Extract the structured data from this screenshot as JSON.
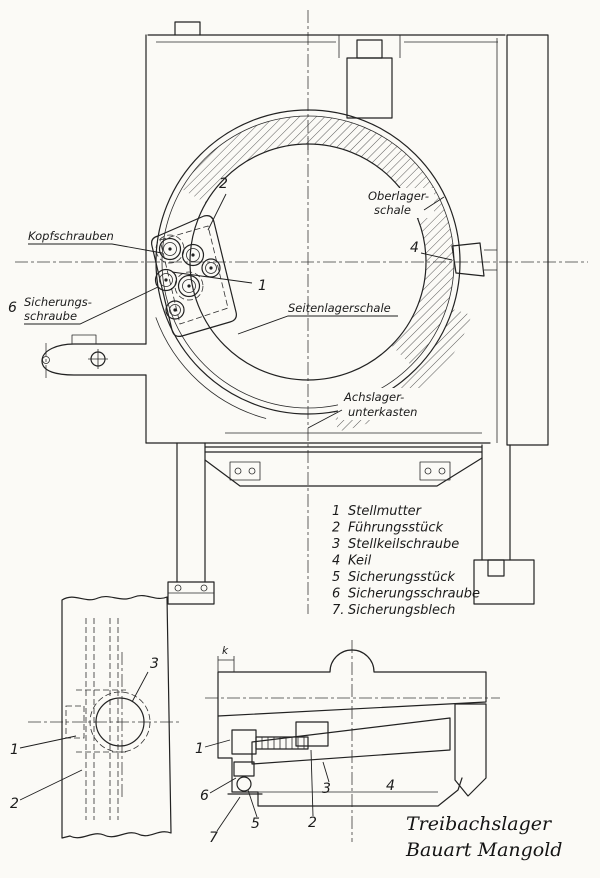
{
  "sheet": {
    "background": "#fbfaf6",
    "ink": "#222222"
  },
  "main_view": {
    "callout_1": "1",
    "callout_2": "2",
    "callout_4": "4",
    "label_kopfschrauben": "Kopfschrauben",
    "label_sicherung_num": "6",
    "label_sicherung_1": "Sicherungs-",
    "label_sicherung_2": "schraube",
    "label_oberlager_1": "Oberlager-",
    "label_oberlager_2": "schale",
    "label_seitenlager": "Seitenlagerschale",
    "label_achslager_1": "Achslager-",
    "label_achslager_2": "unterkasten"
  },
  "legend": {
    "items": [
      {
        "num": "1",
        "label": "Stellmutter"
      },
      {
        "num": "2",
        "label": "Führungsstück"
      },
      {
        "num": "3",
        "label": "Stellkeilschraube"
      },
      {
        "num": "4",
        "label": "Keil"
      },
      {
        "num": "5",
        "label": "Sicherungsstück"
      },
      {
        "num": "6",
        "label": "Sicherungsschraube"
      },
      {
        "num": "7.",
        "label": "Sicherungsblech"
      }
    ]
  },
  "detail_left": {
    "callout_3": "3",
    "callout_1": "1",
    "callout_2": "2"
  },
  "detail_section": {
    "dim_k": "k",
    "callout_1": "1",
    "callout_6": "6",
    "callout_7": "7",
    "callout_5": "5",
    "callout_2": "2",
    "callout_3": "3",
    "callout_4": "4"
  },
  "title": {
    "line1": "Treibachslager",
    "line2": "Bauart Mangold"
  }
}
